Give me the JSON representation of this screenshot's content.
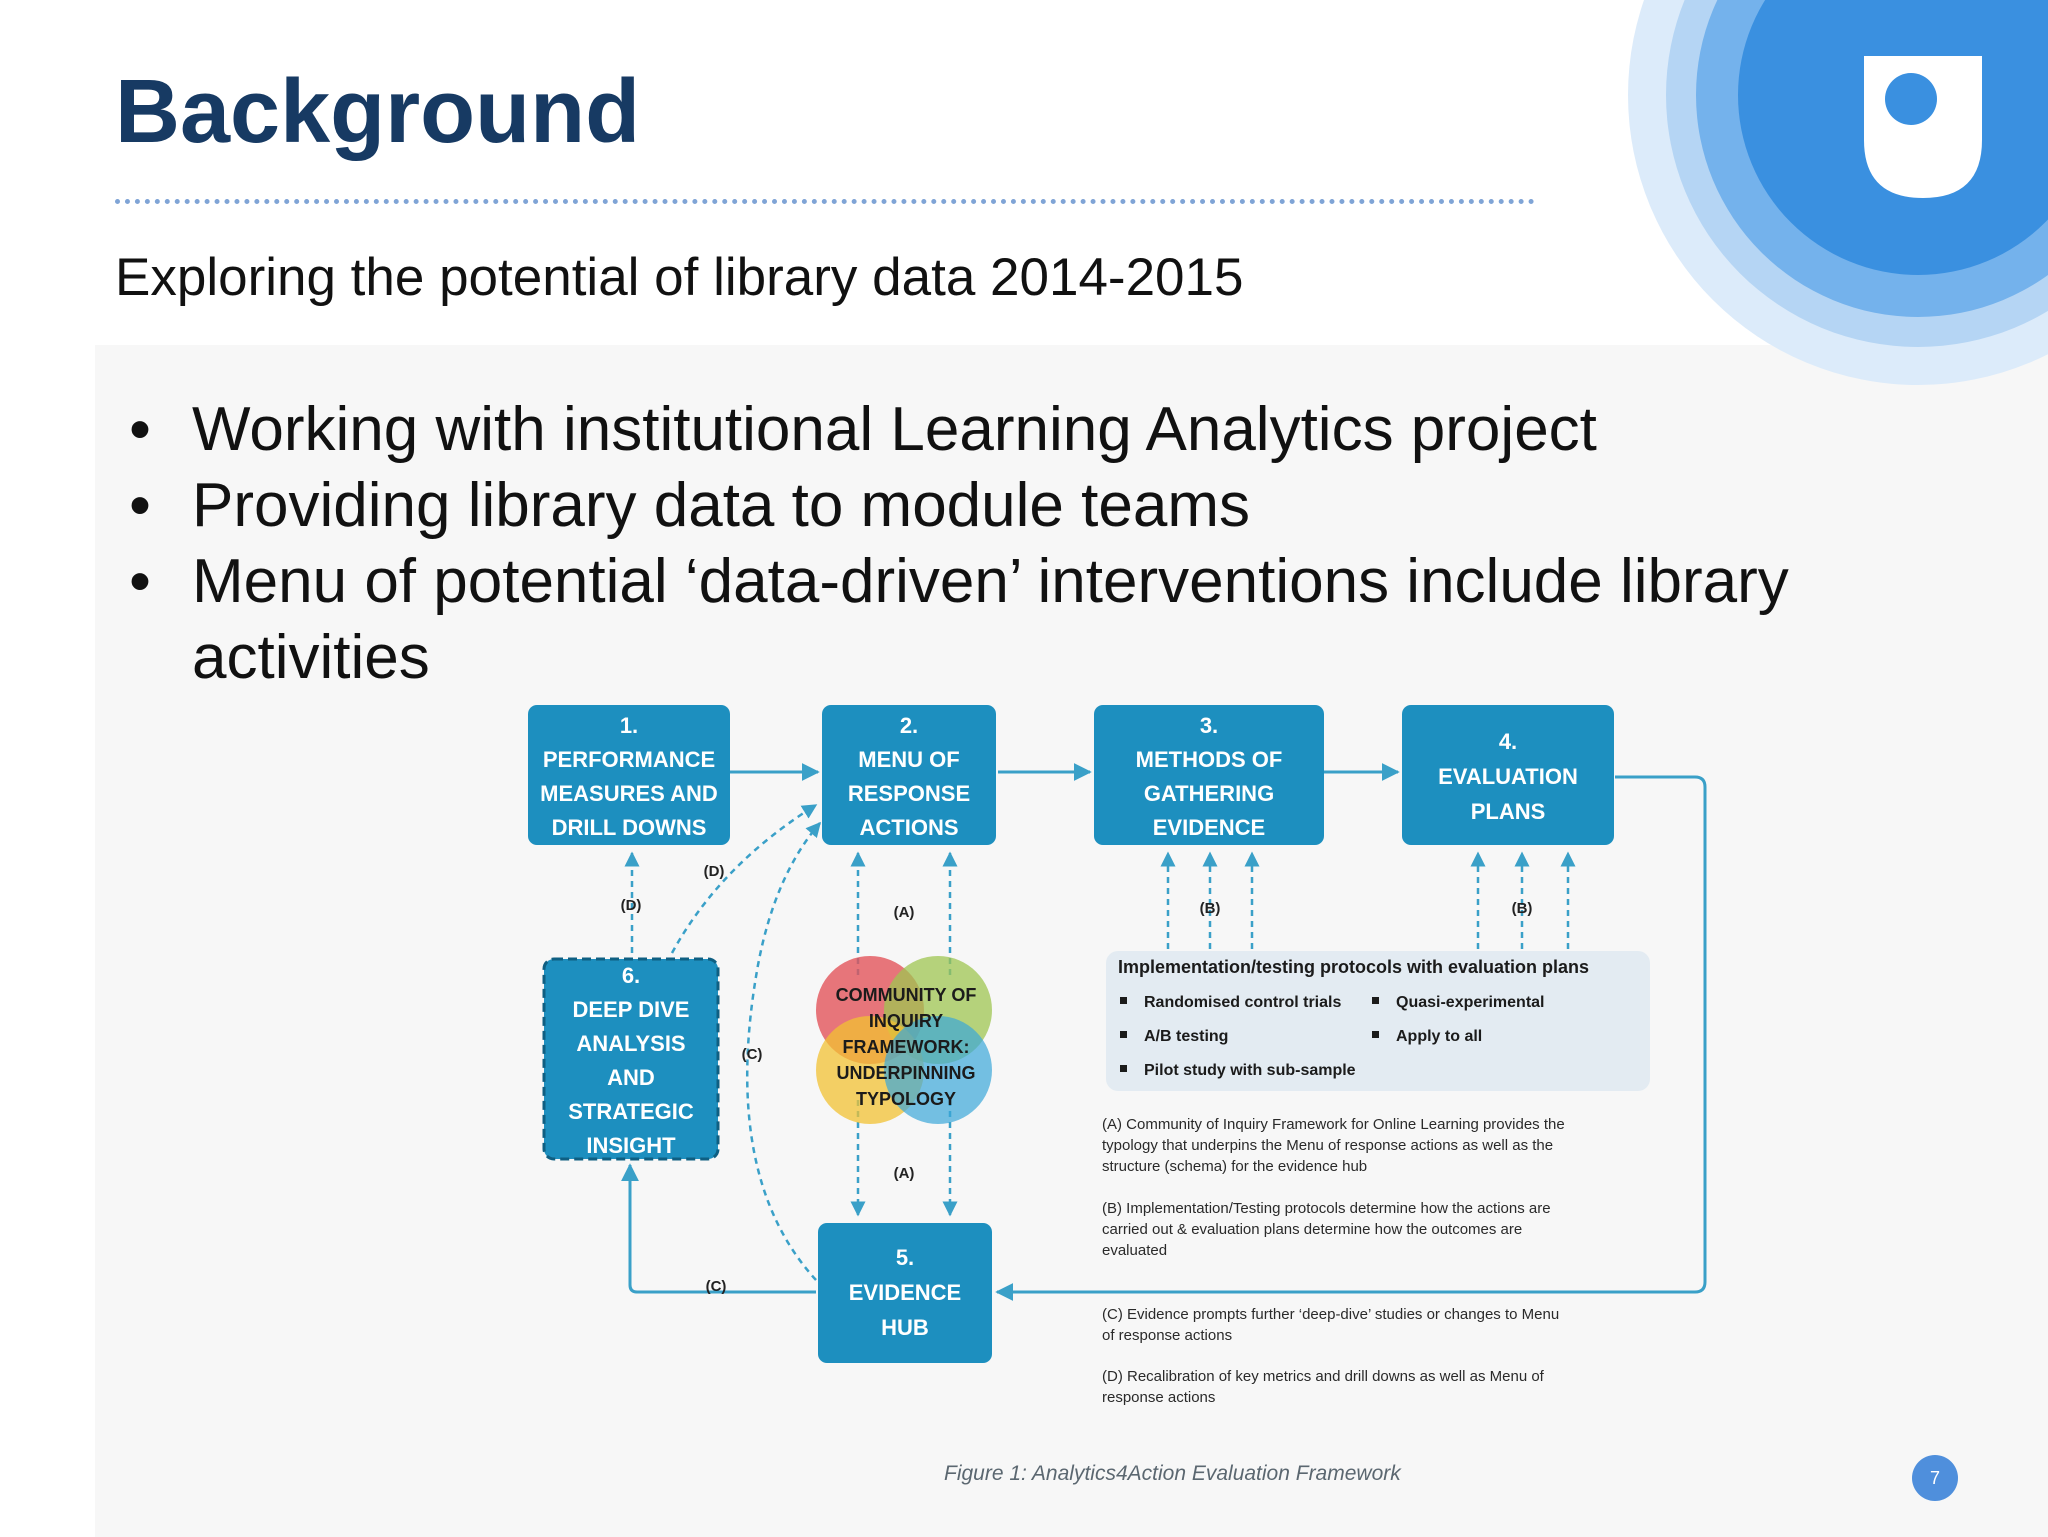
{
  "slide": {
    "title": "Background",
    "subtitle": "Exploring the potential of library data 2014-2015",
    "bullets": [
      {
        "marker": "•",
        "text": "Working with institutional Learning Analytics project"
      },
      {
        "marker": "•",
        "text": "Providing library data to module teams"
      },
      {
        "marker": "•",
        "text": "Menu of potential ‘data-driven’ interventions include library activities"
      }
    ],
    "page_number": "7"
  },
  "diagram": {
    "boxes": {
      "b1": [
        "1.",
        "PERFORMANCE",
        "MEASURES  AND",
        "DRILL DOWNS"
      ],
      "b2": [
        "2.",
        "MENU OF",
        "RESPONSE",
        "ACTIONS"
      ],
      "b3": [
        "3.",
        "METHODS OF",
        "GATHERING",
        "EVIDENCE"
      ],
      "b4": [
        "4.",
        "EVALUATION",
        "PLANS"
      ],
      "b5": [
        "5.",
        "EVIDENCE",
        "HUB"
      ],
      "b6": [
        "6.",
        "DEEP DIVE",
        "ANALYSIS",
        "AND",
        "STRATEGIC",
        "INSIGHT"
      ]
    },
    "venn_text": [
      "COMMUNITY OF",
      "INQUIRY",
      "FRAMEWORK:",
      "UNDERPINNING",
      "TYPOLOGY"
    ],
    "edge_labels": {
      "d1": "(D)",
      "d2": "(D)",
      "a1": "(A)",
      "a2": "(A)",
      "b1": "(B)",
      "b2": "(B)",
      "c1": "(C)",
      "c2": "(C)"
    },
    "protocols": {
      "heading": "Implementation/testing protocols with evaluation plans",
      "left": [
        "Randomised control trials",
        "A/B testing",
        "Pilot study with sub-sample"
      ],
      "right": [
        "Quasi-experimental",
        "Apply to all"
      ]
    },
    "notes": [
      [
        "(A) Community of Inquiry Framework for Online Learning provides the",
        "typology that underpins the Menu of response actions as well as the",
        "structure (schema) for the evidence hub"
      ],
      [
        "(B) Implementation/Testing protocols determine how the actions are",
        "carried out & evaluation plans determine how the outcomes are",
        "evaluated"
      ],
      [
        "(C) Evidence prompts further ‘deep-dive’ studies or changes to Menu",
        "of response actions"
      ],
      [
        "(D) Recalibration of key metrics and drill downs as well as Menu of",
        "response actions"
      ]
    ],
    "caption": "Figure 1: Analytics4Action Evaluation Framework",
    "colors": {
      "box": "#1d8fbf",
      "box_text": "#ffffff",
      "line": "#3aa0c8",
      "panel": "#e3ebf2"
    }
  }
}
